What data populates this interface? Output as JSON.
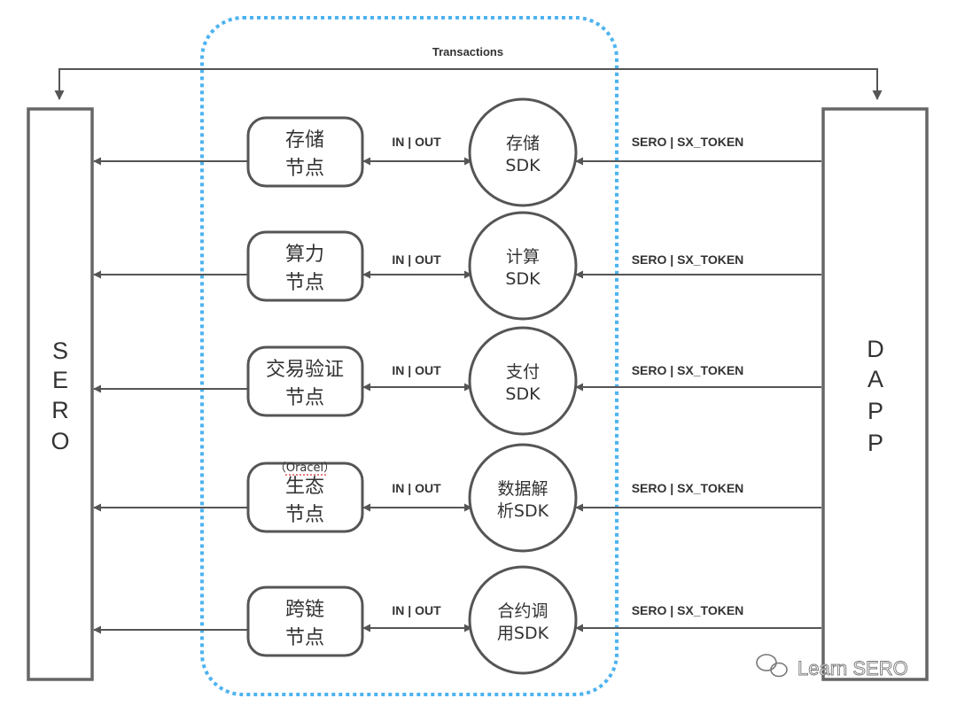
{
  "top_label": "Transactions",
  "sero_panel": {
    "letters": [
      "S",
      "E",
      "R",
      "O"
    ]
  },
  "dapp_panel": {
    "letters": [
      "D",
      "A",
      "P",
      "P"
    ]
  },
  "rows": [
    {
      "node_lines": [
        "存储",
        "节点"
      ],
      "sdk_lines": [
        "存储",
        "SDK"
      ],
      "link_label": "IN | OUT",
      "dapp_label": "SERO | SX_TOKEN"
    },
    {
      "node_lines": [
        "算力",
        "节点"
      ],
      "sdk_lines": [
        "计算",
        "SDK"
      ],
      "link_label": "IN | OUT",
      "dapp_label": "SERO | SX_TOKEN"
    },
    {
      "node_lines": [
        "交易验证",
        "节点"
      ],
      "sdk_lines": [
        "支付",
        "SDK"
      ],
      "link_label": "IN | OUT",
      "dapp_label": "SERO | SX_TOKEN"
    },
    {
      "node_tag": "（Oracel）",
      "node_lines": [
        "生态",
        "节点"
      ],
      "sdk_lines": [
        "数据解",
        "析SDK"
      ],
      "link_label": "IN | OUT",
      "dapp_label": "SERO | SX_TOKEN"
    },
    {
      "node_lines": [
        "跨链",
        "节点"
      ],
      "sdk_lines": [
        "合约调",
        "用SDK"
      ],
      "link_label": "IN | OUT",
      "dapp_label": "SERO | SX_TOKEN"
    }
  ],
  "watermark": "Learn SERO",
  "colors": {
    "stroke": "#555555",
    "dotted_border": "#4db3f0",
    "text": "#333333"
  }
}
